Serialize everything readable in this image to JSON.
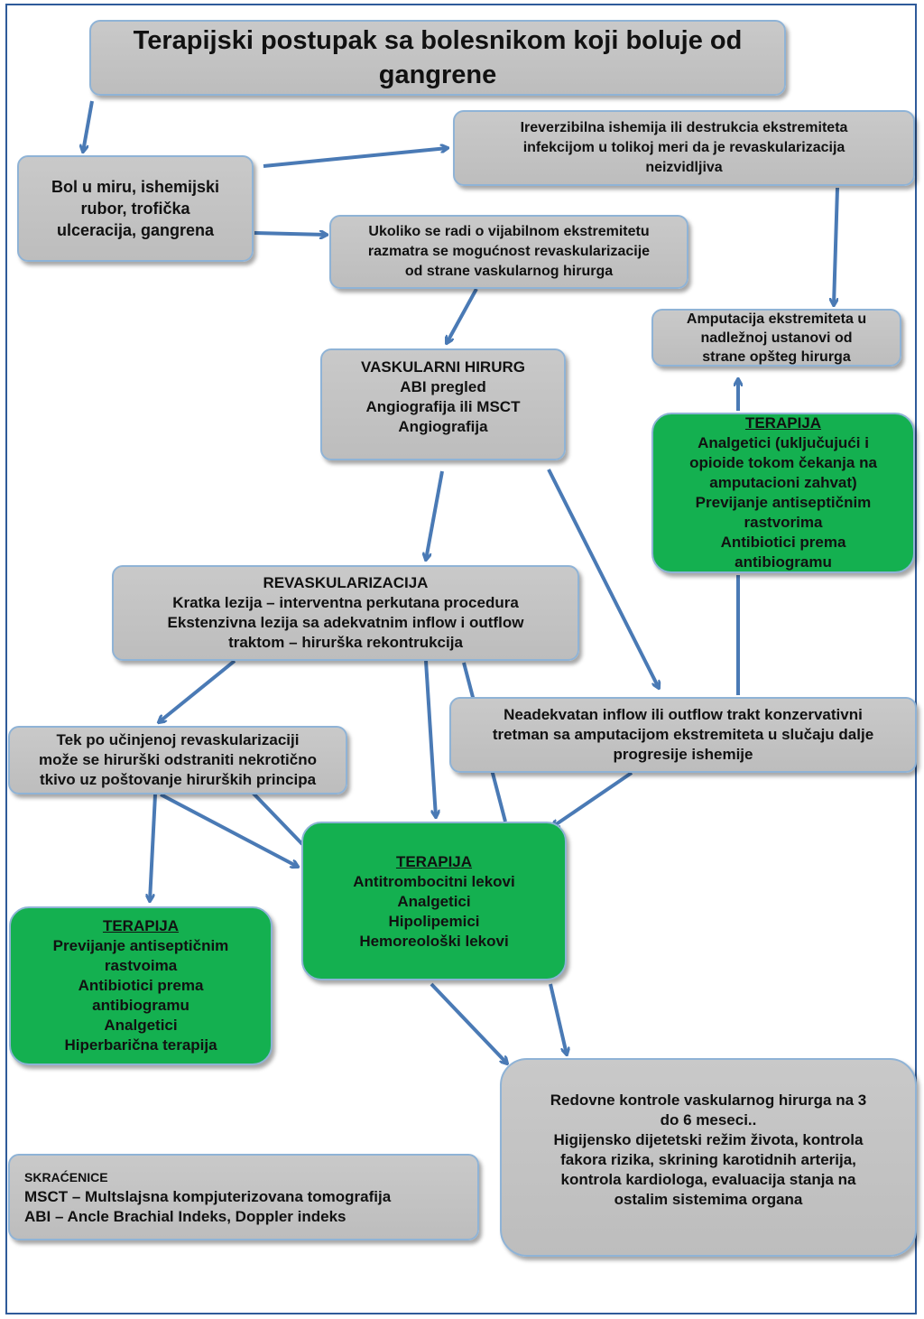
{
  "title": "Terapijski postupak sa bolesnikom koji boluje od gangrene",
  "nodes": {
    "symptoms": [
      "Bol u miru, ishemijski",
      "rubor, trofička",
      "ulceracija, gangrena"
    ],
    "irreversible": [
      "Ireverzibilna ishemija ili destrukcia ekstremiteta",
      "infekcijom u tolikoj meri da je revaskularizacija",
      "neizvidljiva"
    ],
    "viable": [
      "Ukoliko se radi o vijabilnom ekstremitetu",
      "razmatra se mogućnost revaskularizacije",
      "od strane vaskularnog hirurga"
    ],
    "amputation": [
      "Amputacija ekstremiteta u",
      "nadležnoj ustanovi od",
      "strane opšteg hirurga"
    ],
    "surgeon": [
      "VASKULARNI HIRURG",
      "ABI pregled",
      "Angiografija ili MSCT",
      "Angiografija"
    ],
    "therapy_right": {
      "heading": "TERAPIJA",
      "lines": [
        "Analgetici (uključujući i",
        "opioide tokom čekanja na",
        "amputacioni zahvat)",
        "Previjanje antiseptičnim",
        "rastvorima",
        "Antibiotici prema",
        "antibiogramu"
      ]
    },
    "revasc": [
      "REVASKULARIZACIJA",
      "Kratka lezija – interventna perkutana procedura",
      "Ekstenzivna lezija sa adekvatnim inflow i outflow",
      "traktom – hirurška rekontrukcija"
    ],
    "necrotic": [
      "Tek po učinjenoj revaskularizaciji",
      "može se hirurški odstraniti nekrotično",
      "tkivo uz poštovanje hirurških principa"
    ],
    "inadequate": [
      "Neadekvatan inflow ili outflow trakt konzervativni",
      "tretman sa amputacijom ekstremiteta u slučaju dalje",
      "progresije ishemije"
    ],
    "therapy_center": {
      "heading": "TERAPIJA",
      "lines": [
        "Antitrombocitni lekovi",
        "Analgetici",
        "Hipolipemici",
        "Hemoreološki lekovi"
      ]
    },
    "therapy_left": {
      "heading": "TERAPIJA",
      "lines": [
        "Previjanje antiseptičnim",
        "rastvoima",
        "Antibiotici prema",
        "antibiogramu",
        "Analgetici",
        "Hiperbarična terapija"
      ]
    },
    "controls": [
      "Redovne kontrole vaskularnog hirurga na  3",
      "do 6 meseci..",
      "Higijensko dijetetski režim života, kontrola",
      "fakora rizika, skrining karotidnih arterija,",
      "kontrola kardiologa, evaluacija stanja na",
      "ostalim sistemima organa"
    ]
  },
  "abbreviations": {
    "heading": "SKRAĆENICE",
    "lines": [
      "MSCT – Multslajsna kompjuterizovana  tomografija",
      "ABI – Ancle Brachial Indeks, Doppler indeks"
    ]
  },
  "colors": {
    "gray_box": "#c4c4c4",
    "green_box": "#14b050",
    "arrow": "#4a7ab5",
    "frame": "#2f5b9a"
  }
}
